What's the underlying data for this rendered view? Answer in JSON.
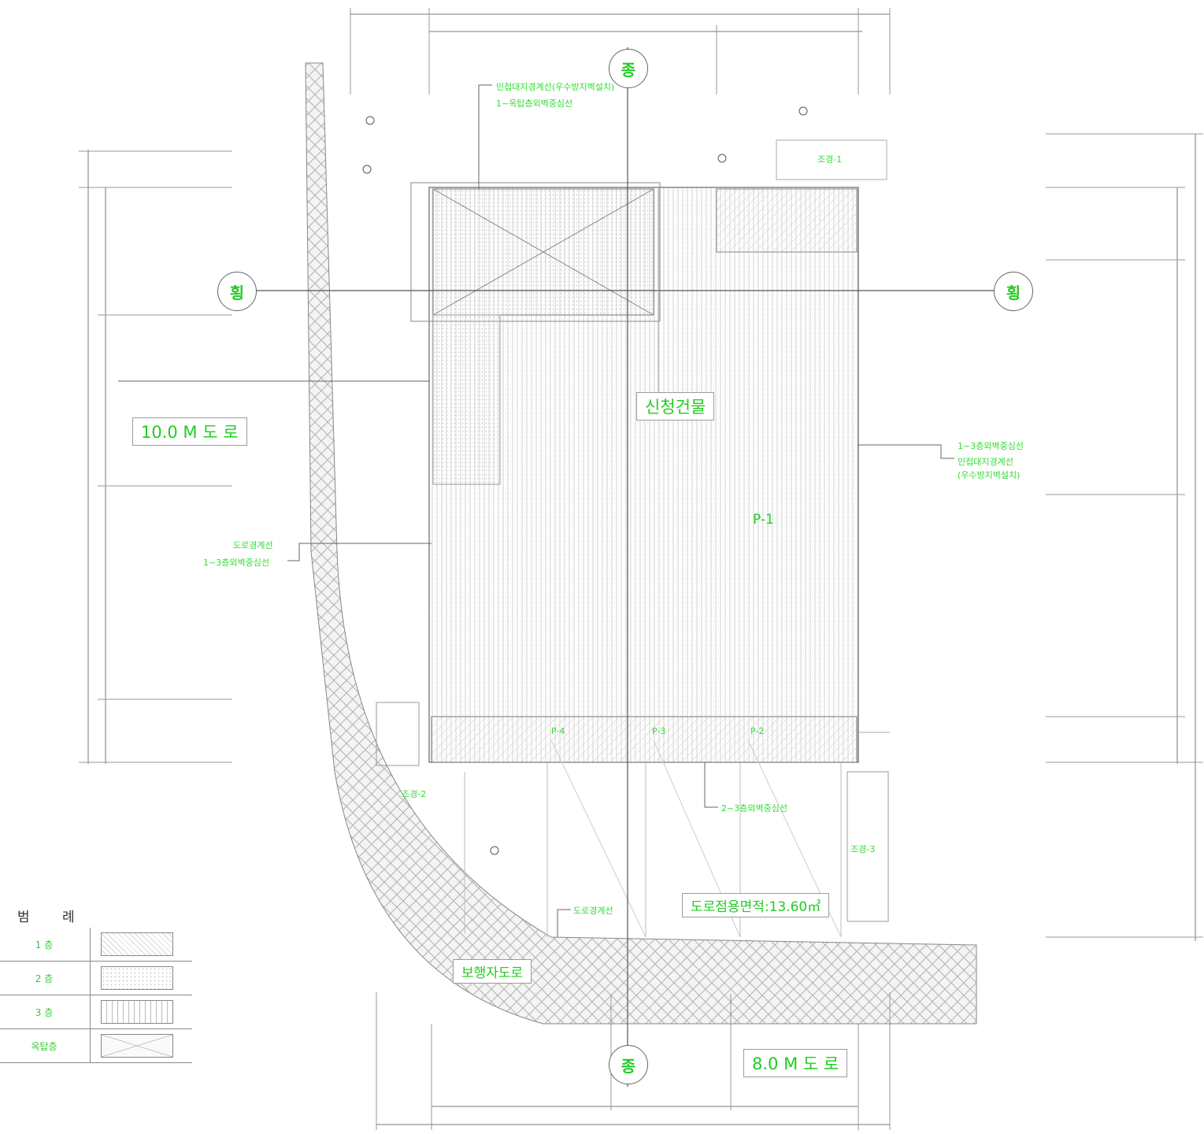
{
  "labels": {
    "building": "신청건물",
    "road_left": "10.0 M 도 로",
    "road_bottom": "8.0 M 도 로",
    "sidewalk": "보행자도로",
    "road_use_area": "도로점용면적:13.60㎡",
    "landscape_1": "조경-1",
    "landscape_2": "조경-2",
    "landscape_3": "조경-3",
    "parking_1": "P-1",
    "parking_2": "P-2",
    "parking_3": "P-3",
    "parking_4": "P-4",
    "note_top_1": "인접대지경계선(우수방지벽설치)",
    "note_top_2": "1~옥탑층외벽중심선",
    "note_right_1": "1~3층외벽중심선",
    "note_right_2": "인접대지경계선",
    "note_right_3": "(우수방지벽설치)",
    "note_left_1": "도로경계선",
    "note_left_2": "1~3층외벽중심선",
    "note_bottom_1": "2~3층외벽중심선",
    "note_bottom_2": "도로경계선"
  },
  "section_markers": {
    "longitudinal": "종",
    "transverse": "횡"
  },
  "legend": {
    "title": "범 례",
    "items": [
      {
        "name": "1 층",
        "pattern": "diagonal"
      },
      {
        "name": "2 층",
        "pattern": "dots"
      },
      {
        "name": "3 층",
        "pattern": "vertical"
      },
      {
        "name": "옥탑층",
        "pattern": "cross"
      }
    ]
  },
  "colors": {
    "annotation": "#22cc22",
    "line": "#555555",
    "hatch": "#bdbdbd"
  }
}
